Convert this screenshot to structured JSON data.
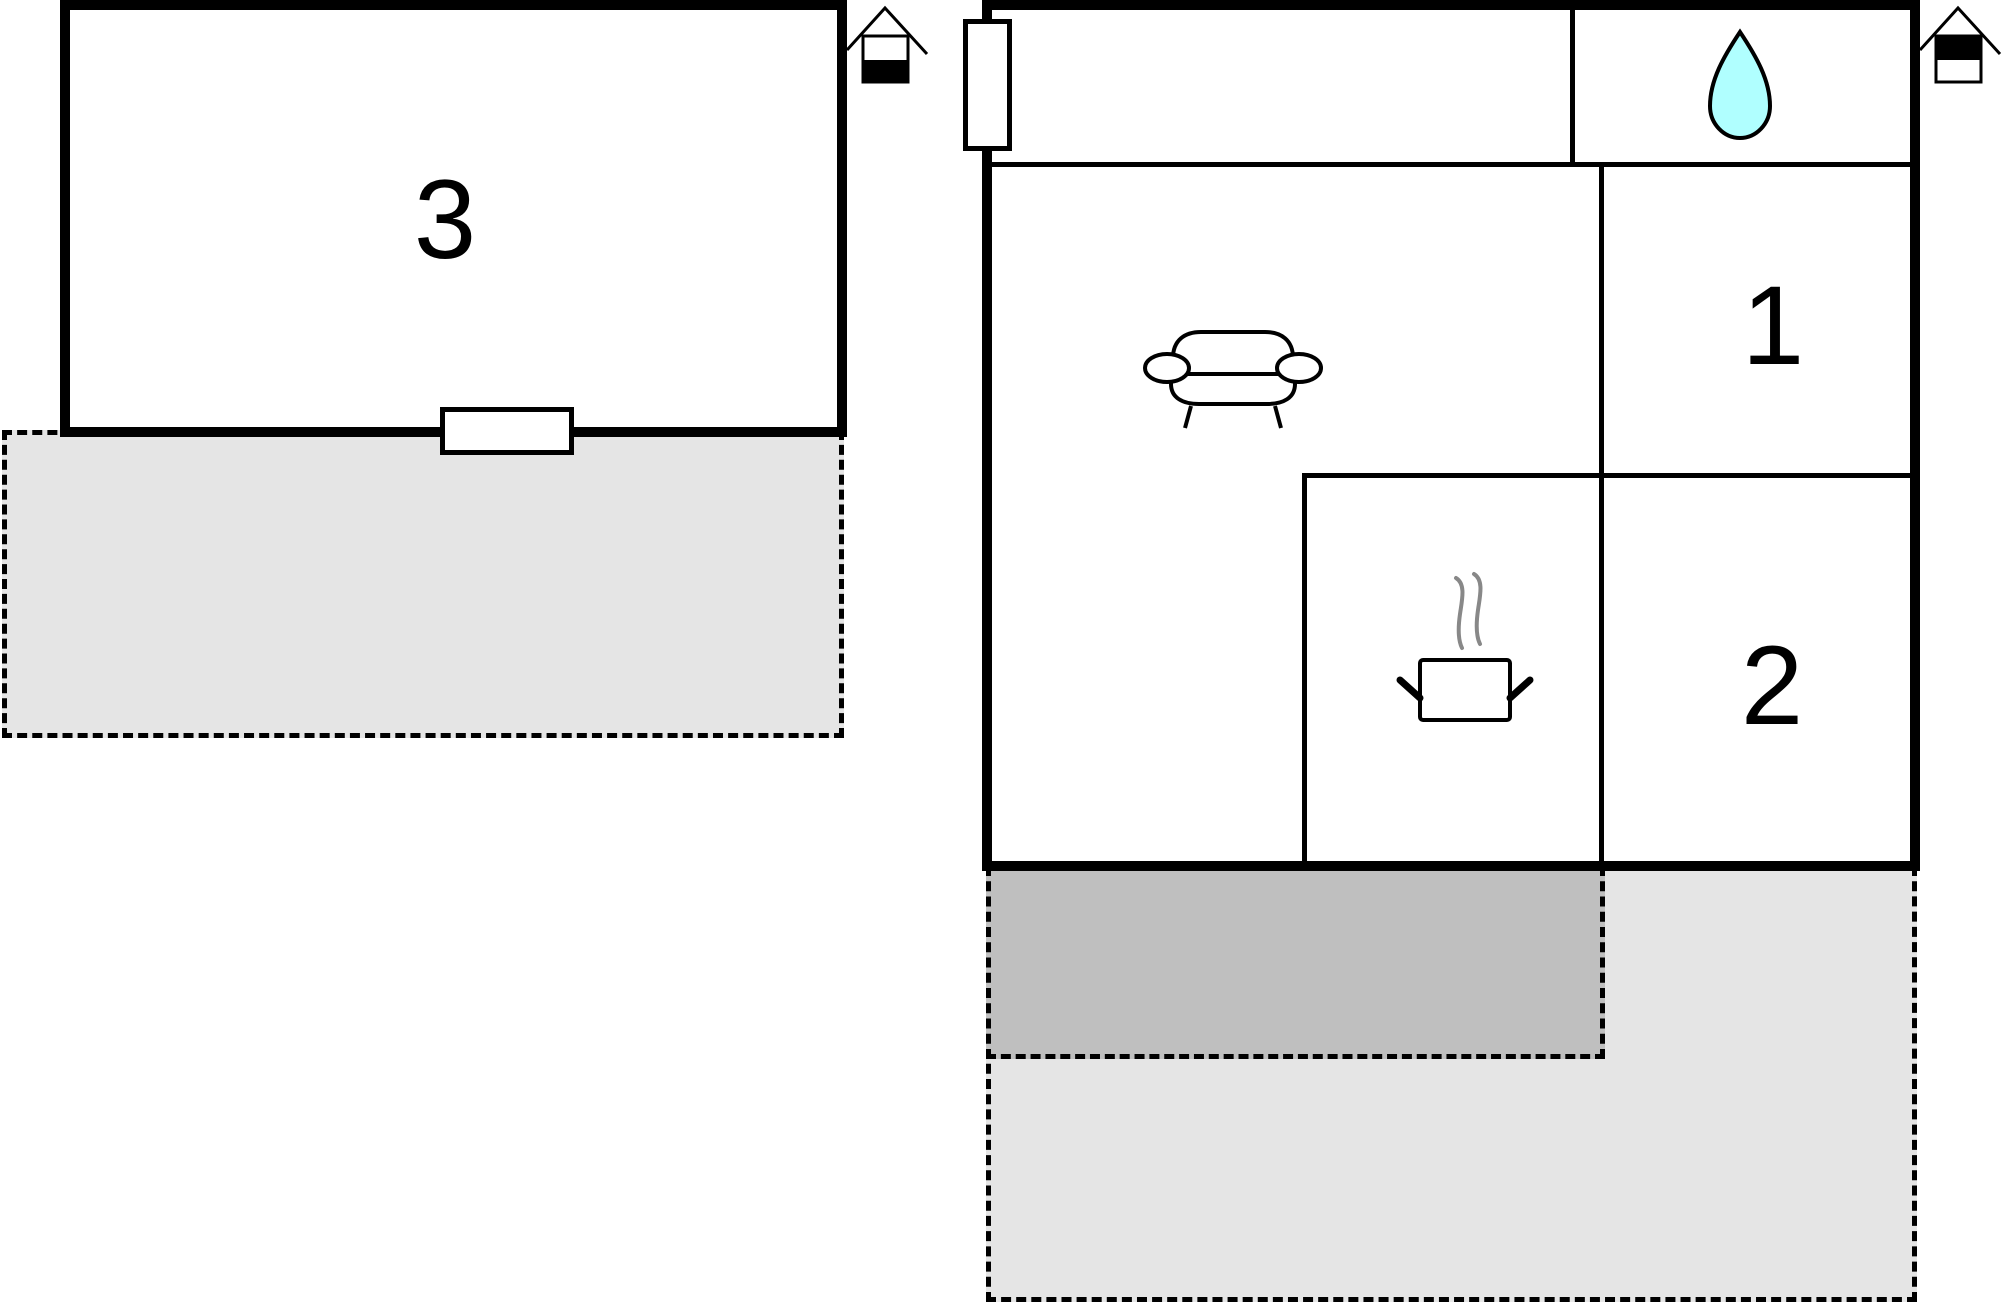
{
  "floorplan": {
    "left_building": {
      "room_label": "3",
      "terrace": "light-gray dashed area",
      "icon": "house-floor-indicator-icon (ground floor)"
    },
    "right_building": {
      "rooms": [
        {
          "id": "bedroom-1",
          "label": "1"
        },
        {
          "id": "bedroom-2",
          "label": "2"
        },
        {
          "id": "living-room",
          "icon": "sofa-icon"
        },
        {
          "id": "kitchen",
          "icon": "cooking-pot-icon"
        },
        {
          "id": "bathroom",
          "icon": "water-drop-icon"
        },
        {
          "id": "hallway"
        }
      ],
      "icon": "house-floor-indicator-icon (upper floor)",
      "covered_terrace": "dark-gray dashed area",
      "terrace": "light-gray dashed area"
    },
    "colors": {
      "wall": "#000000",
      "terrace_light": "#e5e5e5",
      "terrace_dark": "#bfbfbf",
      "water_drop": "#b0ffff",
      "steam": "#888888"
    }
  }
}
